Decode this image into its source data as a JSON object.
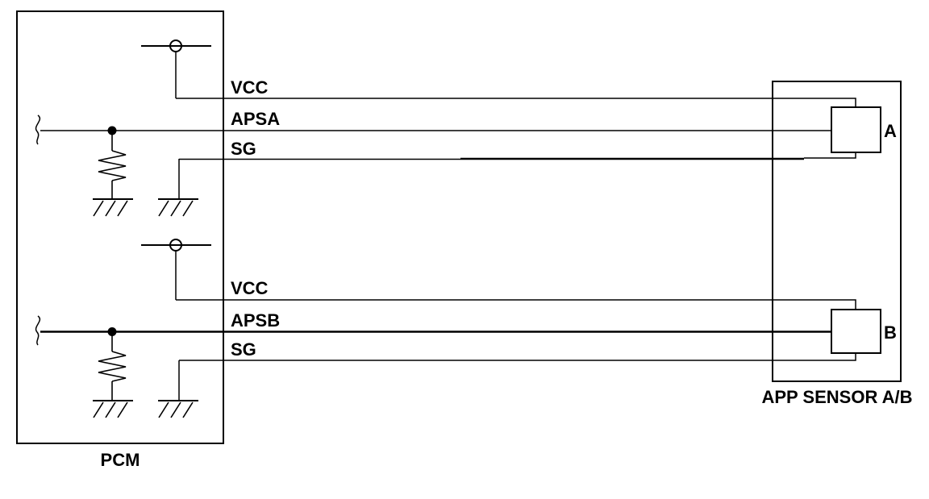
{
  "colors": {
    "background": "#ffffff",
    "line": "#000000"
  },
  "pcm": {
    "label": "PCM",
    "channel_a": {
      "vcc_pin": "VCC",
      "signal_pin": "APSA",
      "ground_pin": "SG"
    },
    "channel_b": {
      "vcc_pin": "VCC",
      "signal_pin": "APSB",
      "ground_pin": "SG"
    }
  },
  "sensor": {
    "label": "APP SENSOR A/B",
    "element_a_label": "A",
    "element_b_label": "B"
  },
  "symbols": {
    "supply_terminal": "power-terminal",
    "resistor": "pulldown-resistor",
    "ground": "chassis-ground",
    "junction": "wire-junction-dot",
    "break": "wire-continuation-break"
  }
}
